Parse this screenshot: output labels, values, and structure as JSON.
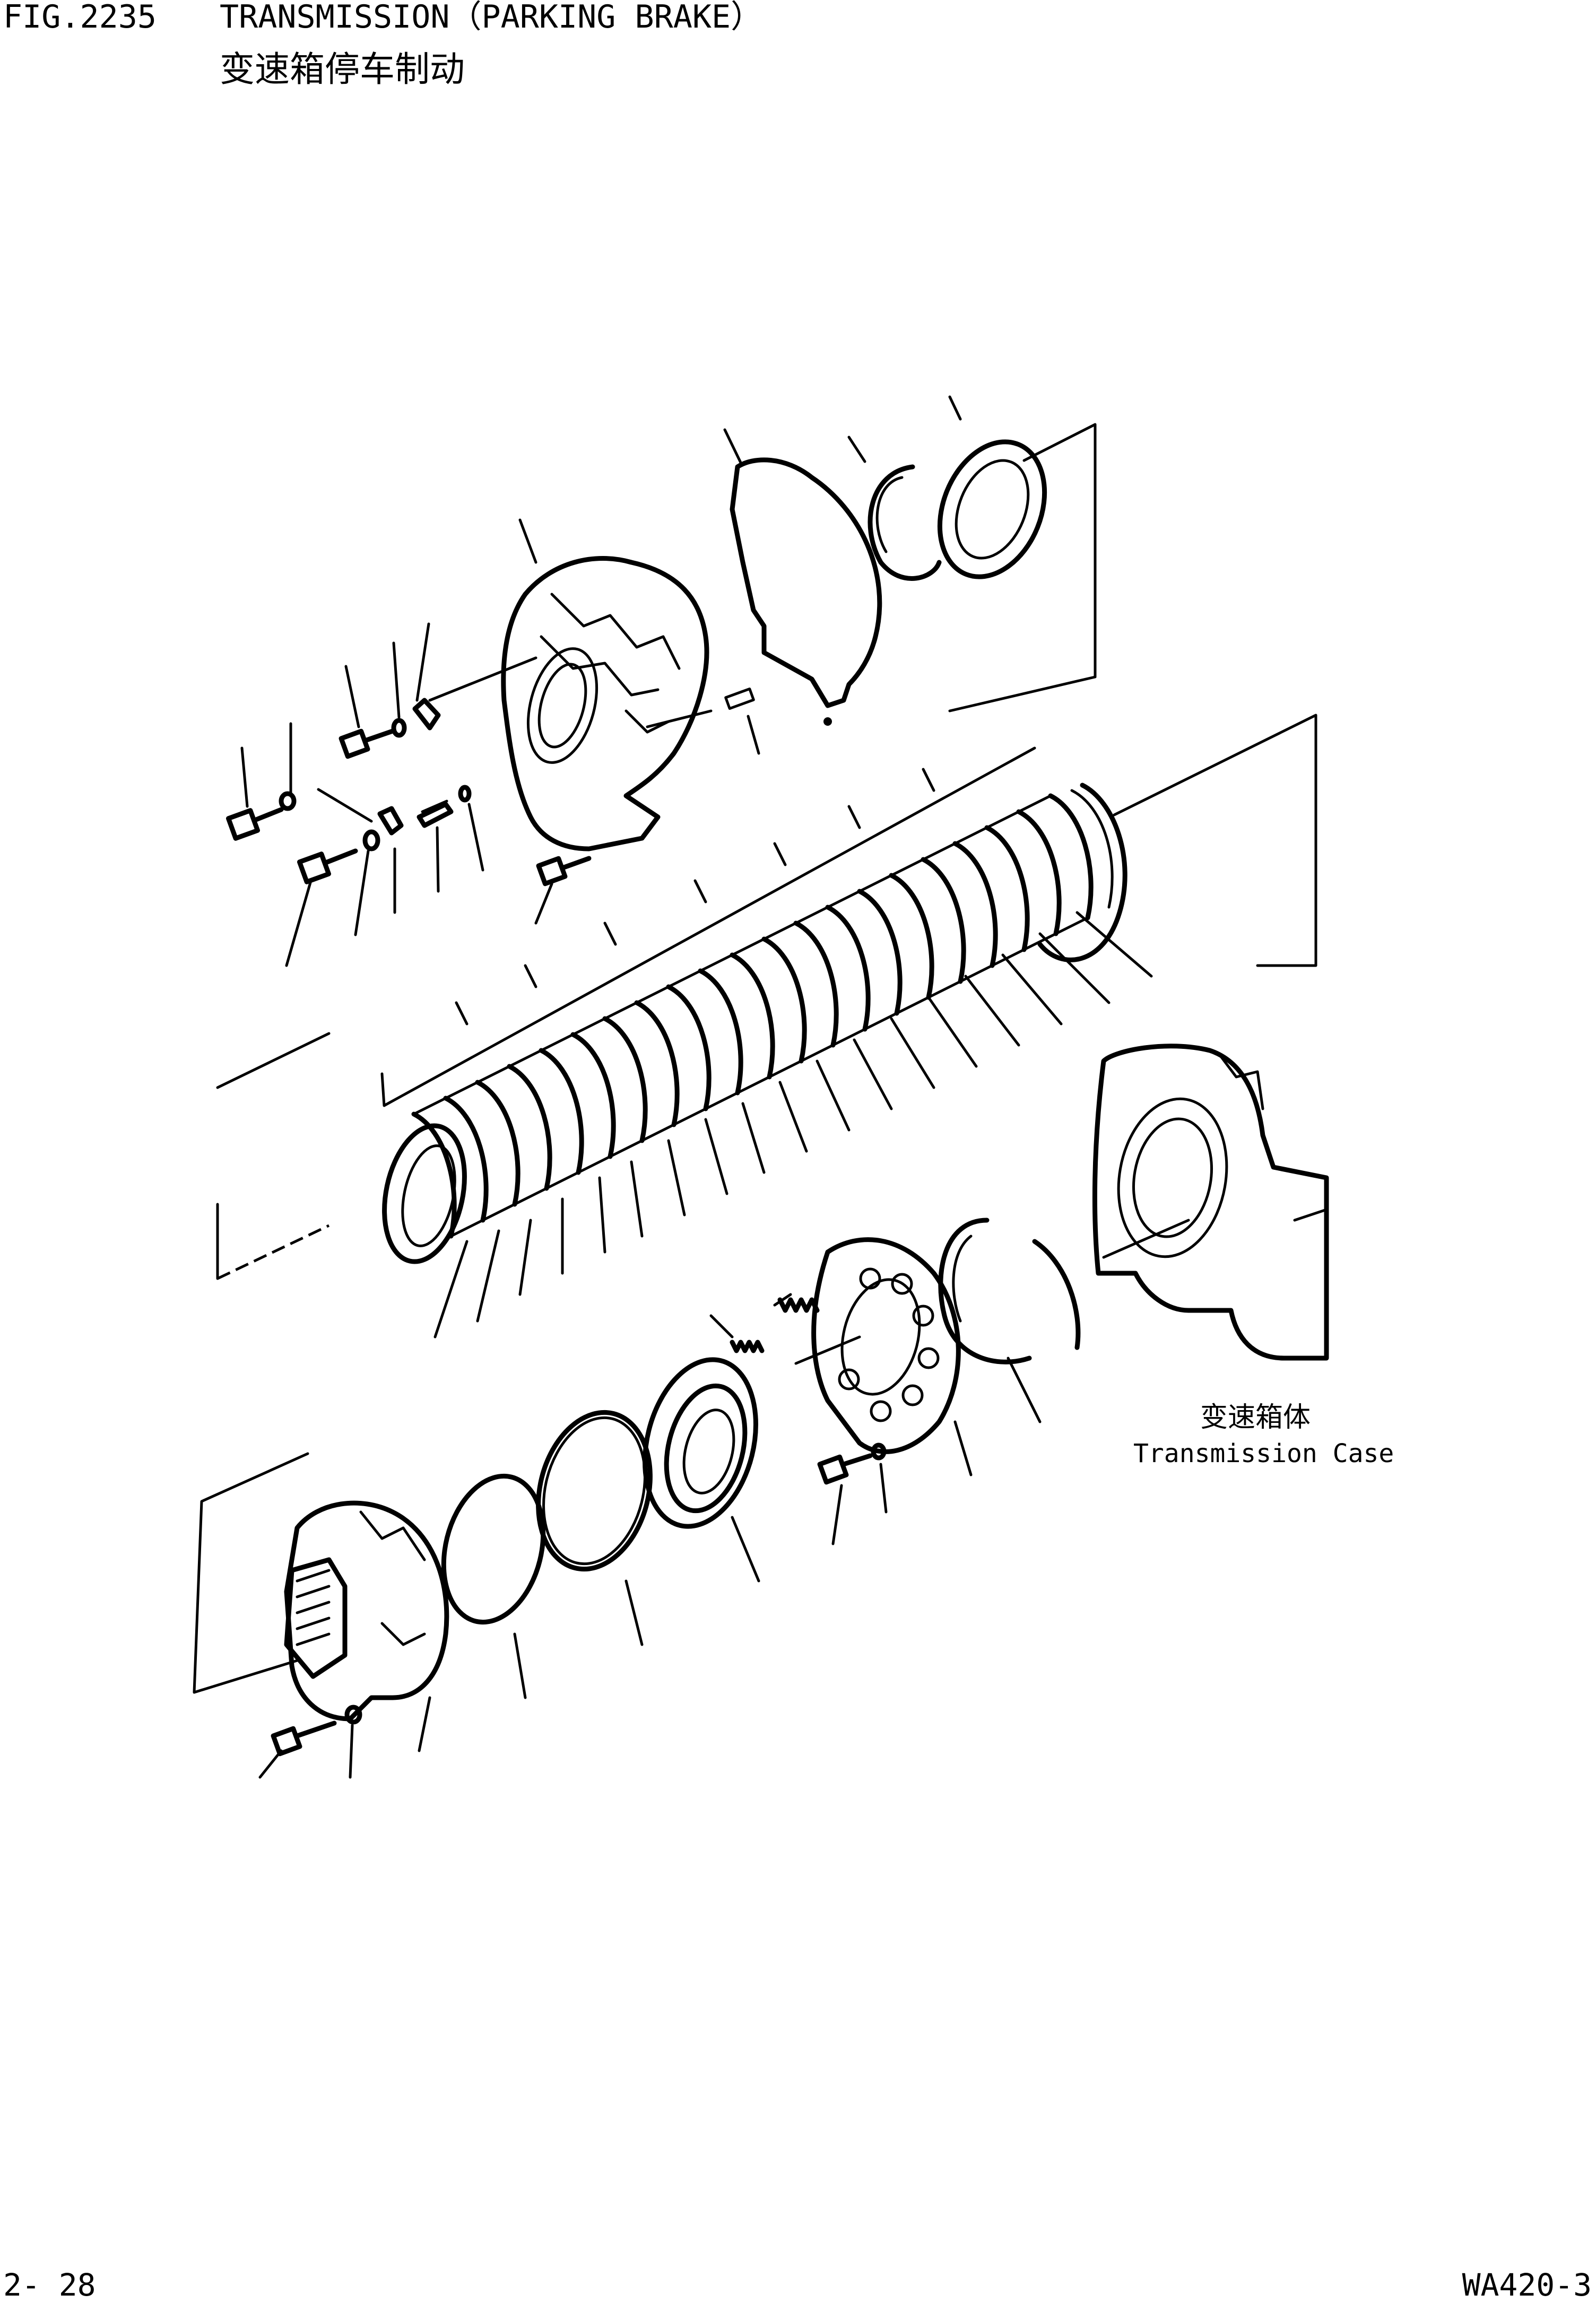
{
  "header": {
    "fig_no": "FIG.2235",
    "title_en": "TRANSMISSION（PARKING BRAKE）",
    "title_cn": "变速箱停车制动"
  },
  "callout": {
    "case_cn": "变速箱体",
    "case_en": "Transmission Case"
  },
  "footer": {
    "page_no": "2- 28",
    "model_no": "WA420-3"
  },
  "icons": [
    "exploded-parts-diagram"
  ]
}
